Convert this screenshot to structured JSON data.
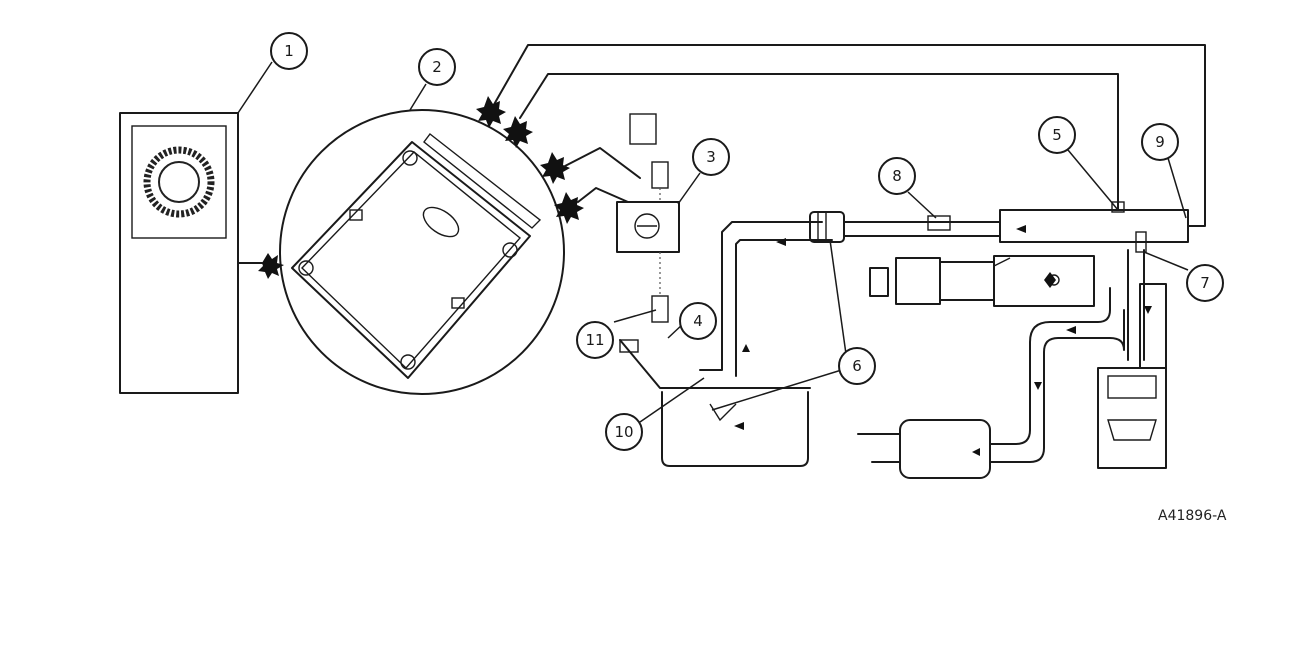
{
  "callouts": [
    "1",
    "2",
    "3",
    "4",
    "5",
    "6",
    "7",
    "8",
    "9",
    "10",
    "11"
  ],
  "figure_code": "A41896-A"
}
